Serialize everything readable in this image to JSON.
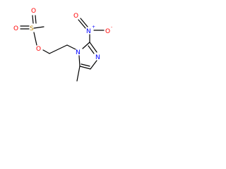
{
  "colors": {
    "bond": "#000000",
    "O": "#ff0000",
    "N": "#0000ff",
    "S": "#b8860b"
  },
  "atoms": {
    "o_top": "O",
    "s": "S",
    "o_left": "O",
    "o_ester": "O",
    "n_ring": "N",
    "n_nitro": "N",
    "n_nitro_charge": "+",
    "o_nitro_top": "O",
    "o_nitro_minus": "O",
    "o_nitro_charge": "-",
    "n_ring2": "N"
  }
}
